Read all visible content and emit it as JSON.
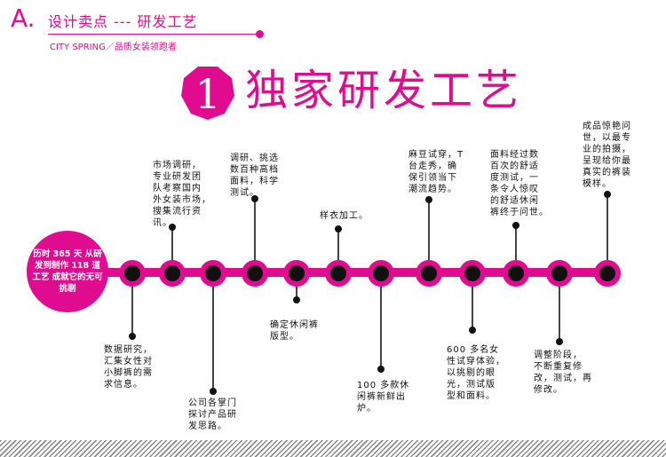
{
  "header": {
    "letter": "A.",
    "title": "设计卖点 --- 研发工艺",
    "subtitle": "CITY SPRING／品质女装领跑者"
  },
  "main": {
    "badge_number": "1",
    "title": "独家研发工艺",
    "start_text": "历时 365 天 从研发到制作 118 道工艺 成就它的无可挑剔"
  },
  "steps": [
    {
      "text": "数据研究，\n汇集女性对\n小脚裤的需\n求信息。"
    },
    {
      "text": "市场调研，\n专业研发团\n队考察国内\n外女装市场，\n搜集流行资\n讯。"
    },
    {
      "text": "公司各掌门\n探讨产品研\n发思路。"
    },
    {
      "text": "调研、挑选\n数百种高档\n面料，科学\n测试。"
    },
    {
      "text": "确定休闲裤\n版型。"
    },
    {
      "text": "样衣加工。"
    },
    {
      "text": "100 多款休\n闲裤新鲜出\n炉。"
    },
    {
      "text": "麻豆试穿，T\n台走秀，确\n保引领当下\n潮流趋势。"
    },
    {
      "text": "600 多名女\n性试穿体验，\n以挑剔的眼\n光，测试版\n型和面料。"
    },
    {
      "text": "面料经过数\n百次的舒适\n度测试，一\n条令人惊叹\n的舒适休闲\n裤终于问世。"
    },
    {
      "text": "调整阶段，\n不断重复修\n改，测试，再\n修改。"
    },
    {
      "text": "成品惊艳问\n世，以最专\n业的拍摄，\n呈现给你最\n真实的裤装\n模样。"
    }
  ],
  "colors": {
    "accent": "#e00b8f",
    "node": "#111111"
  }
}
